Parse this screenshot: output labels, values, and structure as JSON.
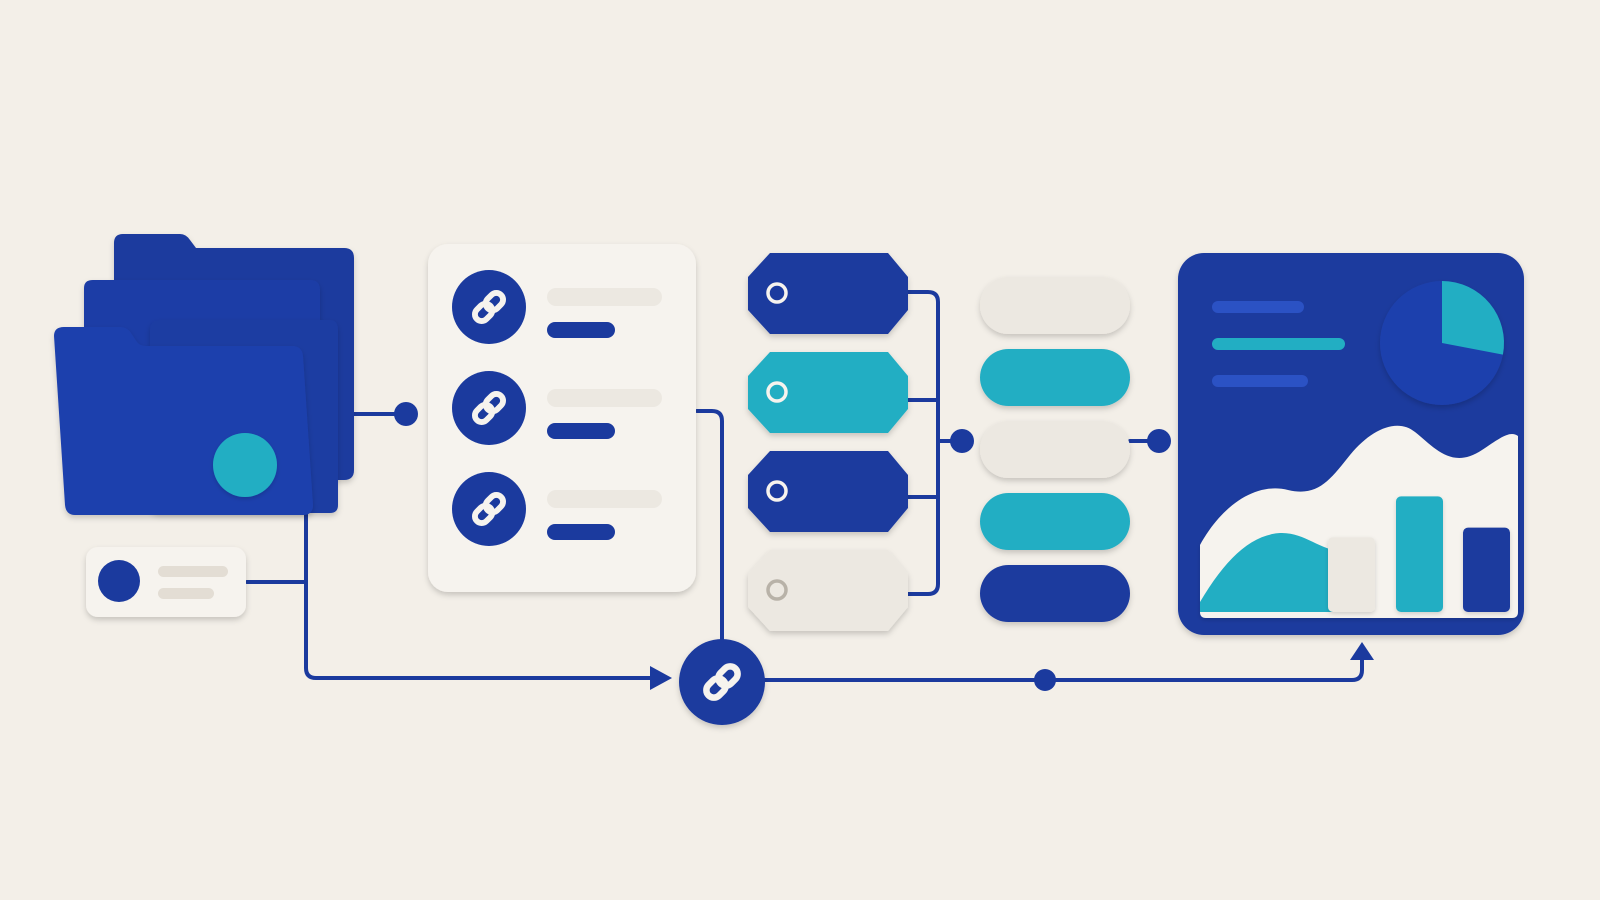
{
  "colors": {
    "background": "#f3efe8",
    "navy": "#1b3a9e",
    "navy_dark": "#162f85",
    "teal": "#22aec3",
    "cream": "#ece8e1",
    "cream_light": "#f6f3ee"
  },
  "icons": {
    "folder": "folder-icon",
    "link": "link-chain-icon",
    "tag": "tag-icon",
    "pie": "pie-chart-icon",
    "area": "area-chart-icon",
    "bar": "bar-chart-icon",
    "arrow": "arrow-right-icon"
  },
  "document_links": [
    {
      "icon": "link-chain-icon"
    },
    {
      "icon": "link-chain-icon"
    },
    {
      "icon": "link-chain-icon"
    }
  ],
  "tags": [
    {
      "color": "navy"
    },
    {
      "color": "teal"
    },
    {
      "color": "navy"
    },
    {
      "color": "cream"
    }
  ],
  "pills": [
    {
      "color": "cream"
    },
    {
      "color": "teal"
    },
    {
      "color": "cream"
    },
    {
      "color": "teal"
    },
    {
      "color": "navy"
    }
  ],
  "dashboard": {
    "pie_highlight_fraction": 0.28,
    "bars": [
      {
        "color": "cream",
        "value": 0.55
      },
      {
        "color": "teal",
        "value": 0.85
      },
      {
        "color": "navy",
        "value": 0.62
      }
    ]
  }
}
